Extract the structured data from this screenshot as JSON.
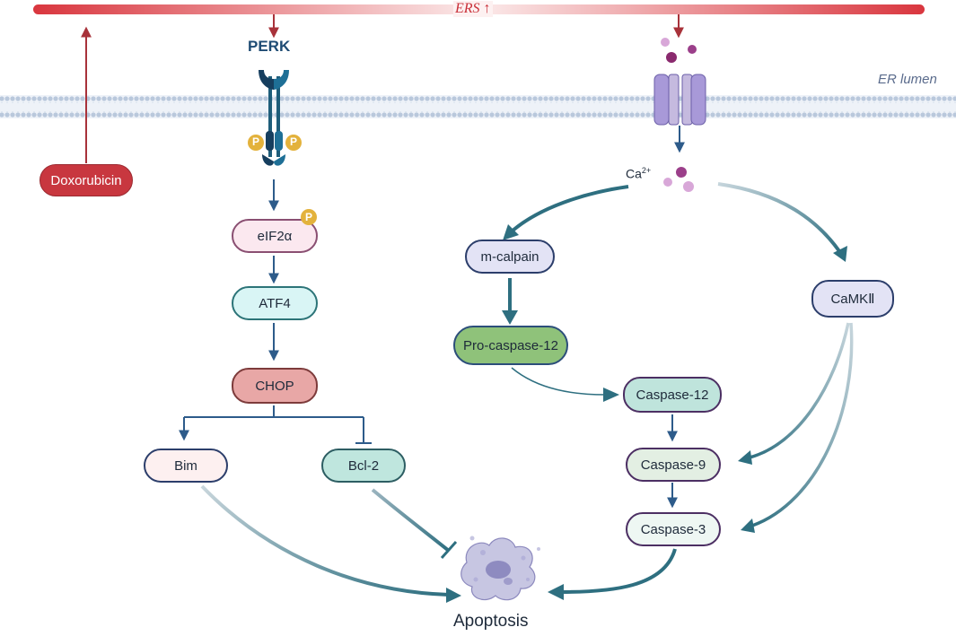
{
  "top_bar": {
    "label": "ERS",
    "arrow_glyph": "↑"
  },
  "compartment": {
    "label": "ER lumen"
  },
  "receptor": {
    "label": "PERK",
    "phospho_badge": "P"
  },
  "channel": {
    "ion_label": "Ca",
    "ion_charge": "2+"
  },
  "drug": {
    "label": "Doxorubicin"
  },
  "nodes": {
    "eif2a": "eIF2α",
    "eif2a_badge": "P",
    "atf4": "ATF4",
    "chop": "CHOP",
    "bim": "Bim",
    "bcl2": "Bcl-2",
    "m_calpain": "m-calpain",
    "pro_caspase12": "Pro-caspase-12",
    "caspase12": "Caspase-12",
    "caspase9": "Caspase-9",
    "caspase3": "Caspase-3",
    "camkii": "CaMKⅡ"
  },
  "outcome": {
    "label": "Apoptosis"
  },
  "colors": {
    "ers_red": "#d9363e",
    "teal_arrow": "#2e6f80",
    "blue_arrow": "#2d5b8a",
    "membrane": "#b9c8dc",
    "phospho": "#e3b23c"
  }
}
